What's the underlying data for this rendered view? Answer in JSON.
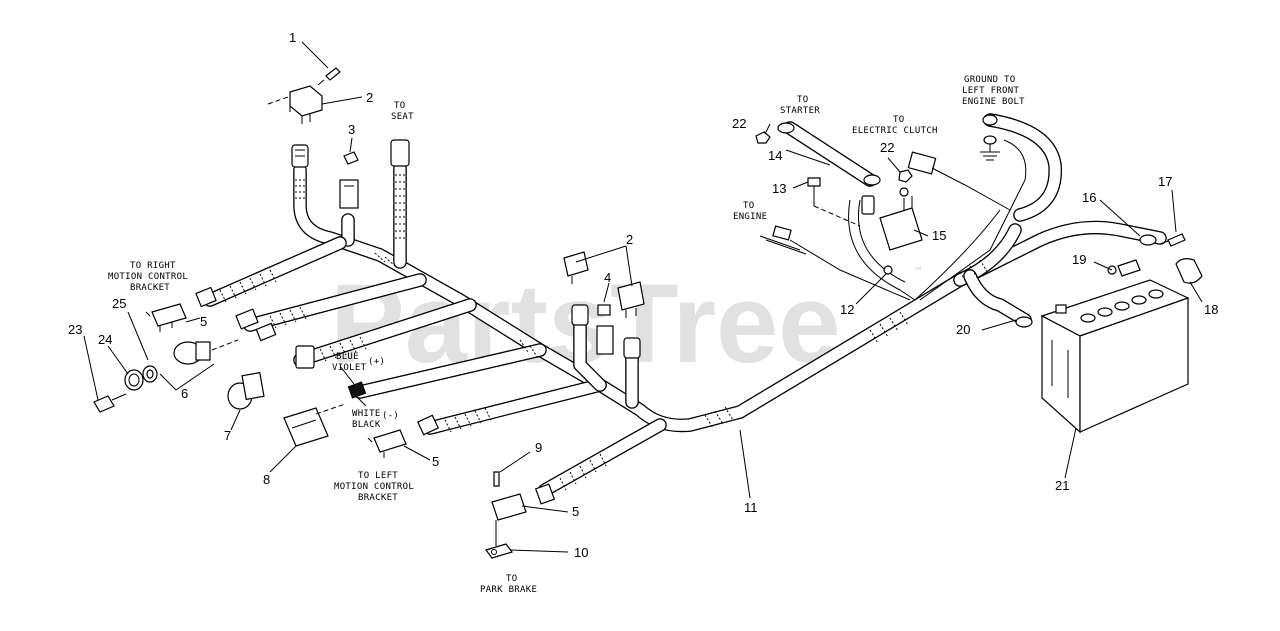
{
  "watermark": "PartsTree",
  "watermark_tm": "™",
  "labels": {
    "to_seat": [
      "TO",
      "SEAT"
    ],
    "to_right_motion": [
      "TO RIGHT",
      "MOTION CONTROL",
      "BRACKET"
    ],
    "to_left_motion": [
      "TO LEFT",
      "MOTION CONTROL",
      "BRACKET"
    ],
    "to_park_brake": [
      "TO",
      "PARK BRAKE"
    ],
    "to_starter": [
      "TO",
      "STARTER"
    ],
    "to_electric_clutch": [
      "TO",
      "ELECTRIC CLUTCH"
    ],
    "to_engine": [
      "TO",
      "ENGINE"
    ],
    "ground": [
      "GROUND TO",
      "LEFT FRONT",
      "ENGINE BOLT"
    ],
    "blue_violet": [
      "BLUE",
      "VIOLET"
    ],
    "plus": "(+)",
    "white_black": [
      "WHITE",
      "BLACK"
    ],
    "minus": "(-)"
  },
  "callouts": {
    "c1": "1",
    "c2": "2",
    "c2b": "2",
    "c3": "3",
    "c4": "4",
    "c5a": "5",
    "c5b": "5",
    "c5c": "5",
    "c6": "6",
    "c7": "7",
    "c8": "8",
    "c9": "9",
    "c10": "10",
    "c11": "11",
    "c12": "12",
    "c13": "13",
    "c14": "14",
    "c15": "15",
    "c16": "16",
    "c17": "17",
    "c18": "18",
    "c19": "19",
    "c20": "20",
    "c21": "21",
    "c22a": "22",
    "c22b": "22",
    "c23": "23",
    "c24": "24",
    "c25": "25"
  }
}
